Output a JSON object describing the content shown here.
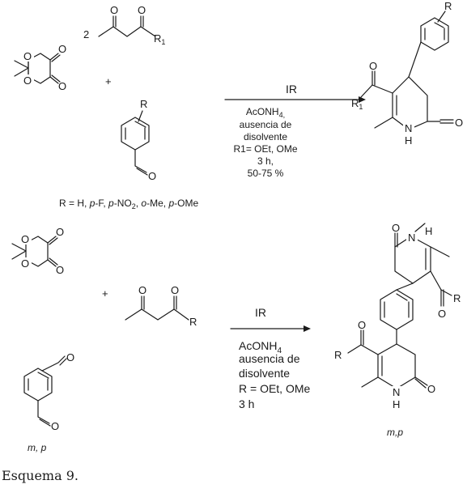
{
  "scheme1": {
    "coefficient": "2",
    "plus": "+",
    "r_label": "R",
    "r1_label": "R",
    "r1_sub": "1",
    "o": "O",
    "arrow_top": "IR",
    "conditions": [
      "AcONH",
      "ausencia de",
      "disolvente",
      "R1= OEt, OMe",
      "3 h,",
      "50-75 %"
    ],
    "acoNH_sub": "4,",
    "substituents_line": [
      "R = H, ",
      "p",
      "-F,  ",
      "p",
      "-NO",
      "2",
      ", ",
      "o",
      "-Me, ",
      "p",
      "-OMe"
    ],
    "product_R": "R",
    "product_R1": "R",
    "product_R1_sub": "1",
    "n": "N",
    "h": "H",
    "c_cut": "O"
  },
  "scheme2": {
    "plus": "+",
    "r_label": "R",
    "arrow_top": "IR",
    "conditions": [
      "AcONH",
      "ausencia de",
      "disolvente",
      "R = OEt, OMe",
      "3 h"
    ],
    "acoNH_sub": "4",
    "dialdehyde_label": "m, p",
    "product_label": "m,p",
    "n": "N",
    "h": "H",
    "o": "O",
    "product_R": "R"
  },
  "caption": "Esquema 9."
}
